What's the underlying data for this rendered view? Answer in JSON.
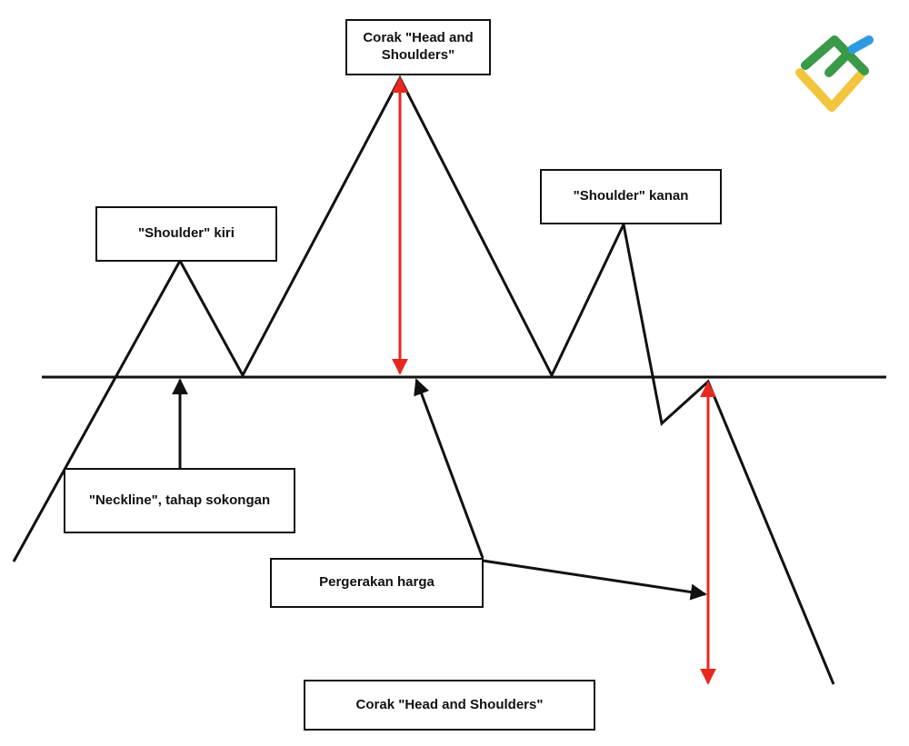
{
  "labels": {
    "pattern_title": "Corak \"Head and Shoulders\"",
    "left_shoulder": "\"Shoulder\" kiri",
    "right_shoulder": "\"Shoulder\" kanan",
    "neckline": "\"Neckline\", tahap sokongan",
    "price_movement": "Pergerakan harga",
    "caption": "Corak \"Head and Shoulders\""
  },
  "colors": {
    "line": "#111111",
    "arrow_red": "#e8281e",
    "logo_green": "#3a9a4a",
    "logo_blue": "#2d9be0",
    "logo_yellow": "#f2c53d"
  },
  "icons": {
    "logo": "brand-logo-icon"
  }
}
